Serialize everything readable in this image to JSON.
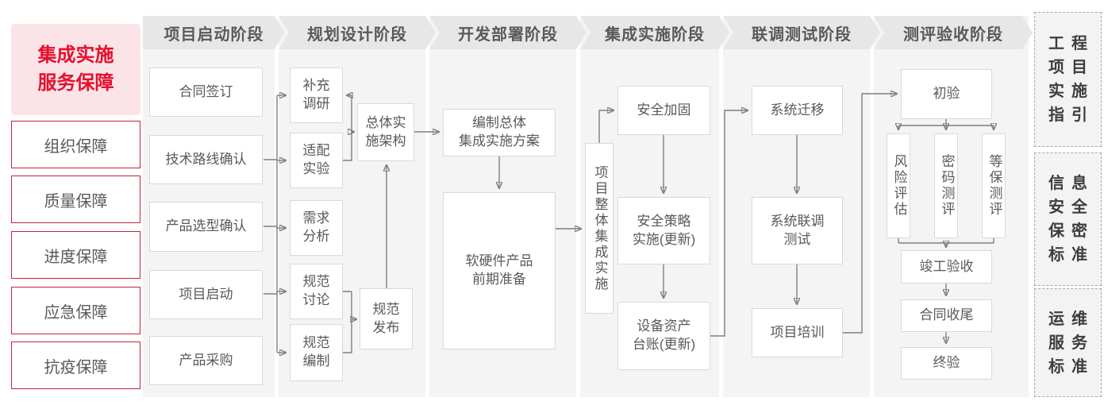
{
  "sidebar": {
    "title": "集成实施\n服务保障",
    "items": [
      "组织保障",
      "质量保障",
      "进度保障",
      "应急保障",
      "抗疫保障"
    ]
  },
  "phases": [
    "项目启动阶段",
    "规划设计阶段",
    "开发部署阶段",
    "集成实施阶段",
    "联调测试阶段",
    "测评验收阶段"
  ],
  "flow": {
    "startup": [
      "合同签订",
      "技术路线确认",
      "产品选型确认",
      "项目启动",
      "产品采购"
    ],
    "planning": {
      "left": [
        "补充\n调研",
        "适配\n实验",
        "需求\n分析",
        "规范\n讨论",
        "规范\n编制"
      ],
      "architecture": "总体实\n施架构",
      "spec_release": "规范\n发布"
    },
    "development": {
      "plan": "编制总体\n集成实施方案",
      "preparation": "软硬件产品\n前期准备"
    },
    "integration": {
      "vertical": "项目整体集成实施",
      "steps": [
        "安全加固",
        "安全策略\n实施(更新)",
        "设备资产\n台账(更新)"
      ]
    },
    "testing": {
      "steps": [
        "系统迁移",
        "系统联调\n测试",
        "项目培训"
      ]
    },
    "acceptance": {
      "initial": "初验",
      "evaluations": [
        "风险评估",
        "密码测评",
        "等保测评"
      ],
      "final_steps": [
        "竣工验收",
        "合同收尾",
        "终验"
      ]
    }
  },
  "standards": [
    {
      "lines": [
        "工程",
        "项目",
        "实施",
        "指引"
      ]
    },
    {
      "lines": [
        "信息",
        "安全",
        "保密",
        "标准"
      ]
    },
    {
      "lines": [
        "运维",
        "服务",
        "标准"
      ]
    }
  ],
  "colors": {
    "accent_red": "#e5102d",
    "sidebar_border_red": "#c5233c",
    "pink_bg": "#fbe4e8",
    "header_bg": "#e7e7e7",
    "column_bg": "#f4f4f4",
    "box_border": "#d9d9d9",
    "box_text": "#595959",
    "connector": "#7f7f7f",
    "standards_border": "#a9a9a9"
  }
}
